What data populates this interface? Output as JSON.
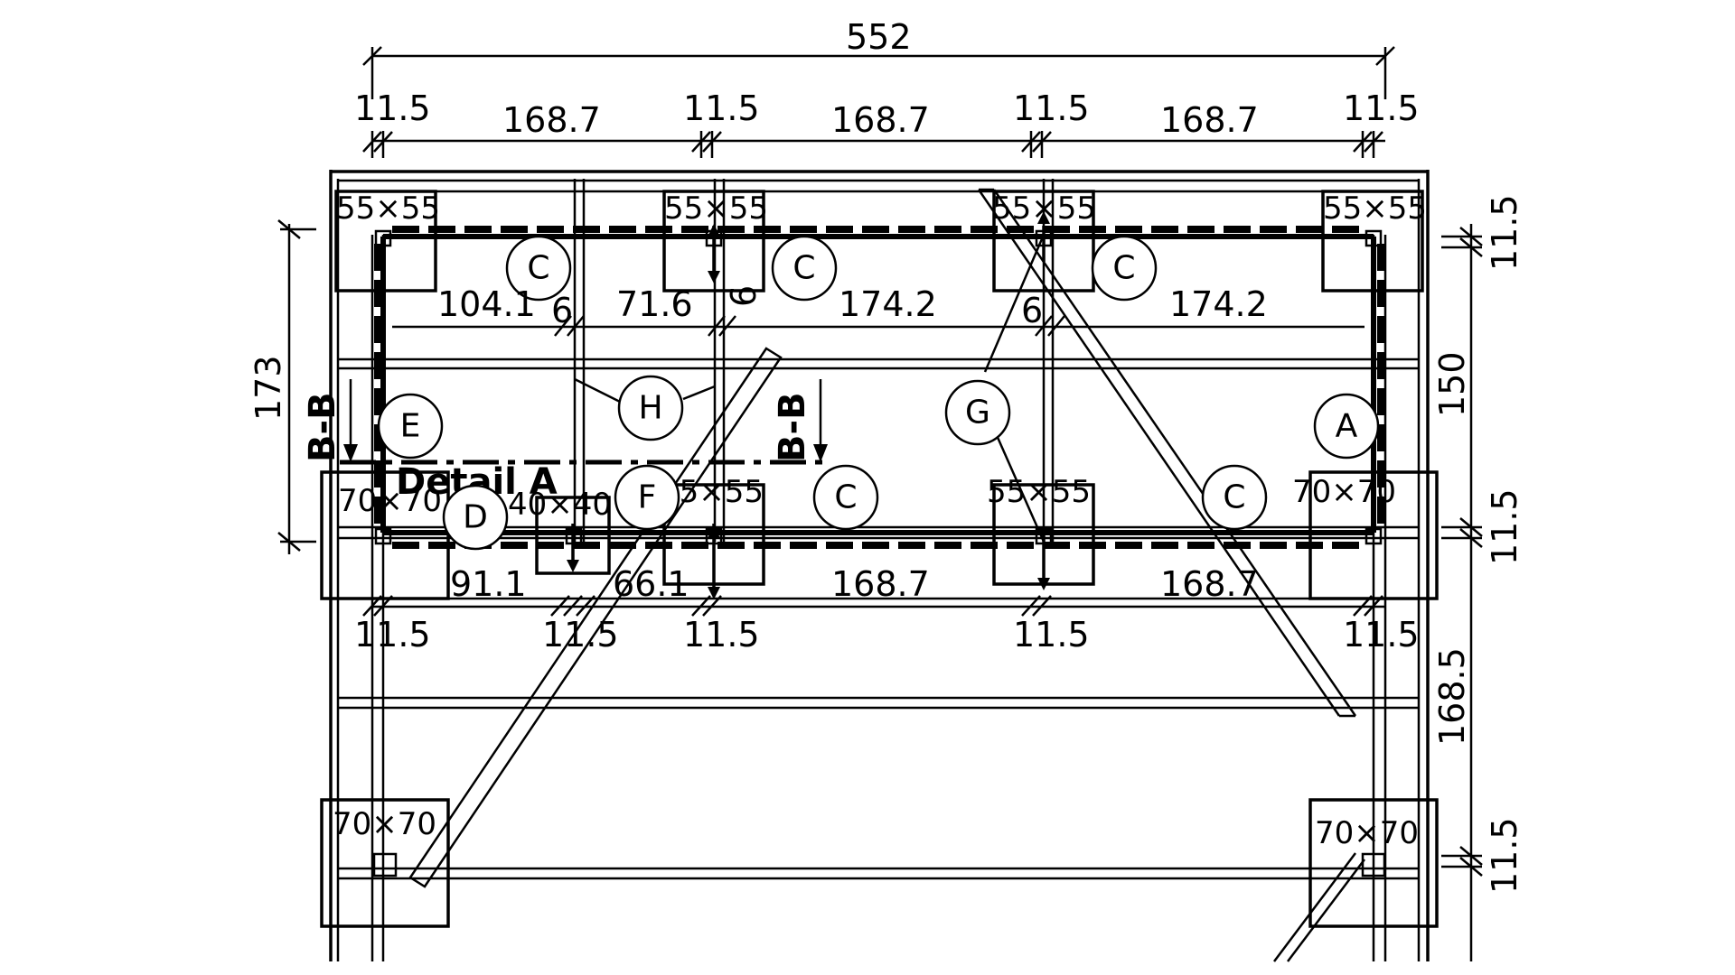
{
  "dimensions": {
    "overall": "552",
    "top_gaps": [
      "11.5",
      "11.5",
      "11.5",
      "11.5"
    ],
    "top_spans": [
      "168.7",
      "168.7",
      "168.7"
    ],
    "inner_spans": [
      "104.1",
      "6",
      "71.6",
      "6",
      "174.2",
      "6",
      "174.2"
    ],
    "bottom_spans": [
      "91.1",
      "66.1",
      "168.7",
      "168.7"
    ],
    "bottom_gaps": [
      "11.5",
      "11.5",
      "11.5",
      "11.5",
      "11.5"
    ],
    "left_height": "173",
    "right_heights": [
      "11.5",
      "150",
      "11.5",
      "168.5",
      "11.5"
    ]
  },
  "sizes": {
    "top_posts": [
      "55×55",
      "55×55",
      "55×55",
      "55×55"
    ],
    "mid_posts": [
      "70×70",
      "40×40",
      "55×55",
      "55×55",
      "70×70"
    ],
    "bottom_posts": [
      "70×70",
      "70×70"
    ]
  },
  "labels": {
    "section_left": "B-B",
    "section_mid": "B-B",
    "detail": "Detail A"
  },
  "bubbles": {
    "c_top_1": "C",
    "c_top_2": "C",
    "c_top_3": "C",
    "e": "E",
    "h": "H",
    "g": "G",
    "a": "A",
    "d": "D",
    "f": "F",
    "c_mid_1": "C",
    "c_mid_2": "C"
  }
}
